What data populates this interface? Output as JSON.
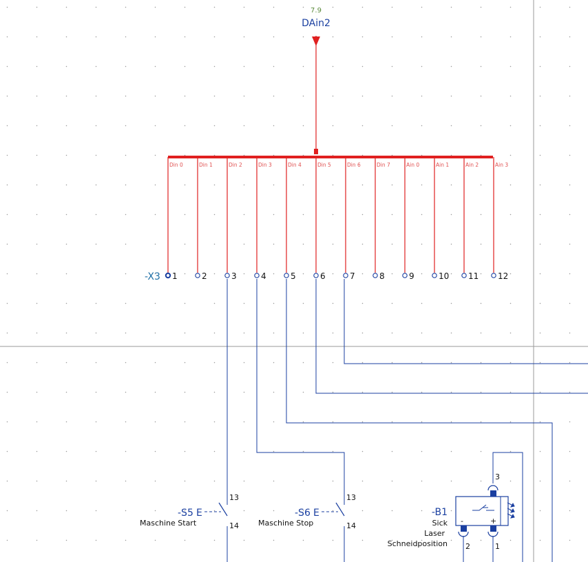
{
  "bus": {
    "cross_ref": "7.9",
    "name": "DAin2",
    "labels": [
      "Din 0",
      "Din 1",
      "Din 2",
      "Din 3",
      "Din 4",
      "Din 5",
      "Din 6",
      "Din 7",
      "Ain 0",
      "Ain 1",
      "Ain 2",
      "Ain 3"
    ]
  },
  "terminal_strip": {
    "name": "-X3",
    "numbers": [
      "1",
      "2",
      "3",
      "4",
      "5",
      "6",
      "7",
      "8",
      "9",
      "10",
      "11",
      "12"
    ]
  },
  "switch_s5": {
    "name": "-S5",
    "suffix": "E",
    "pin_top": "13",
    "pin_bottom": "14",
    "description": "Maschine Start"
  },
  "switch_s6": {
    "name": "-S6",
    "suffix": "E",
    "pin_top": "13",
    "pin_bottom": "14",
    "description": "Maschine Stop"
  },
  "sensor_b1": {
    "name": "-B1",
    "desc_line1": "Sick",
    "desc_line2": "Laser",
    "desc_line3": "Schneidposition",
    "pin_top": "3",
    "pin_left": "2",
    "pin_right": "1",
    "minus": "-",
    "plus": "+"
  },
  "colors": {
    "wire_red": "#e02020",
    "wire_blue": "#1a3fa0",
    "terminal_blue": "#1a3fa0"
  }
}
